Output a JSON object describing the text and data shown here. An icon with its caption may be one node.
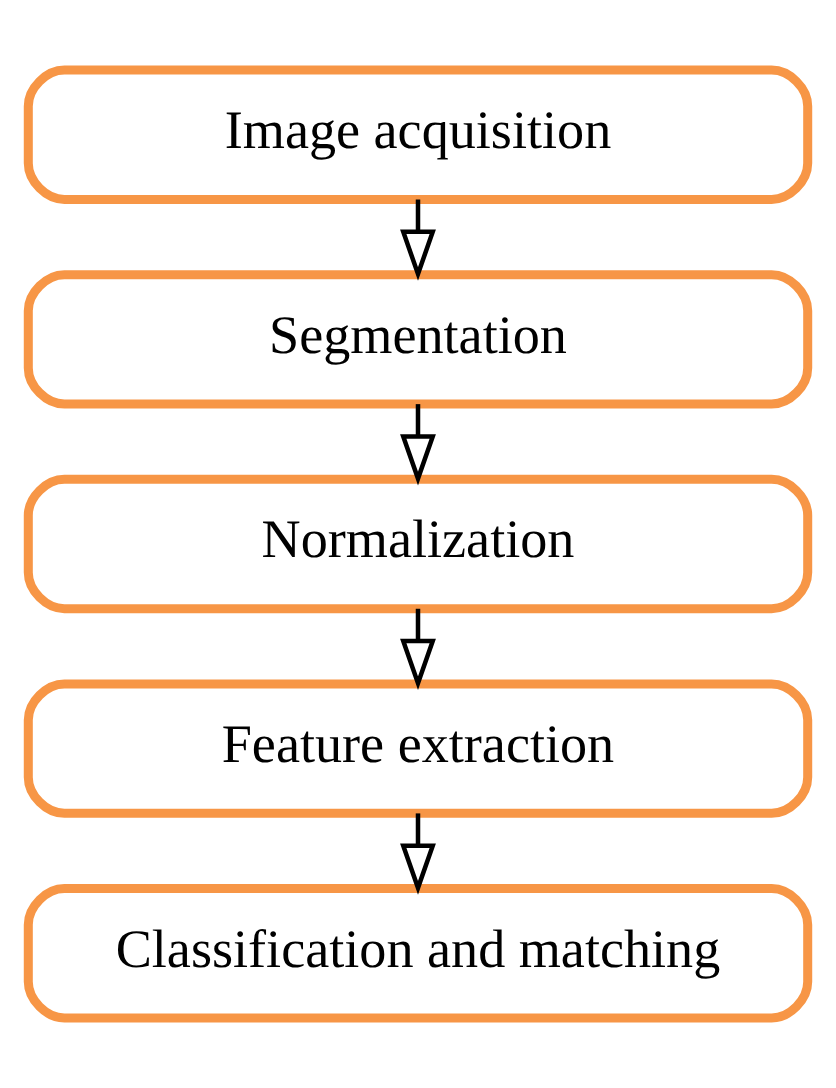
{
  "diagram": {
    "nodes": [
      {
        "text": [
          "Image acquisition"
        ]
      },
      {
        "text": [
          "Segmentation"
        ]
      },
      {
        "text": [
          "Normalization"
        ]
      },
      {
        "text": [
          "Feature extraction"
        ]
      },
      {
        "text": [
          "Classification and matching"
        ]
      }
    ],
    "edges": [
      {
        "from": 0,
        "to": 1,
        "arrow": "to"
      },
      {
        "from": 1,
        "to": 2,
        "arrow": "to"
      },
      {
        "from": 2,
        "to": 3,
        "arrow": "to"
      },
      {
        "from": 3,
        "to": 4,
        "arrow": "to"
      }
    ]
  }
}
